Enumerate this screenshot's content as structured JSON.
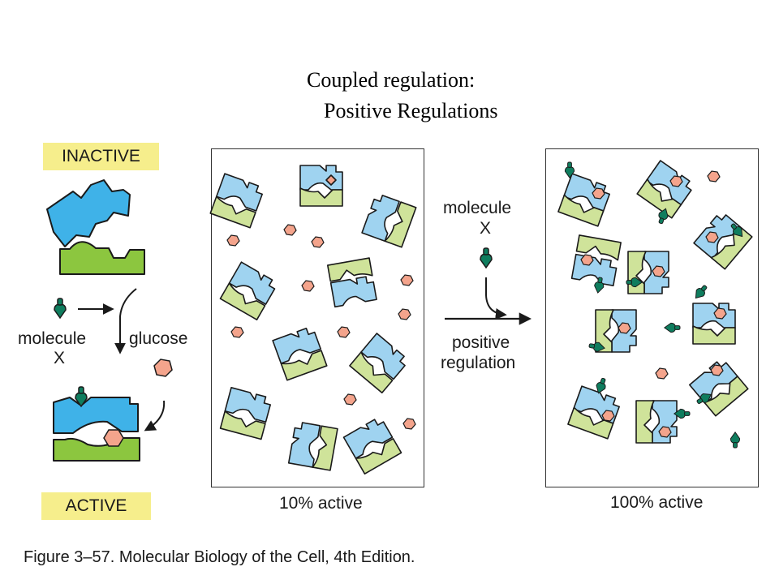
{
  "title": {
    "line1": "Coupled regulation:",
    "line2": "Positive Regulations"
  },
  "labels": {
    "inactive": "INACTIVE",
    "active": "ACTIVE",
    "molecule_left": "molecule",
    "x_left": "X",
    "glucose": "glucose",
    "molecule_mid": "molecule",
    "x_mid": "X",
    "positive": "positive",
    "regulation": "regulation",
    "left_panel": "10% active",
    "right_panel": "100% active"
  },
  "caption": "Figure 3–57. Molecular Biology of the Cell, 4th Edition.",
  "colors": {
    "blue_bright": "#3fb2e8",
    "green_bright": "#8cc63f",
    "blue_pale": "#9fd3f0",
    "green_pale": "#cfe39a",
    "hexagon": "#f4a48c",
    "molecule_x": "#0f7d5e",
    "label_bg": "#f6ee8c"
  }
}
